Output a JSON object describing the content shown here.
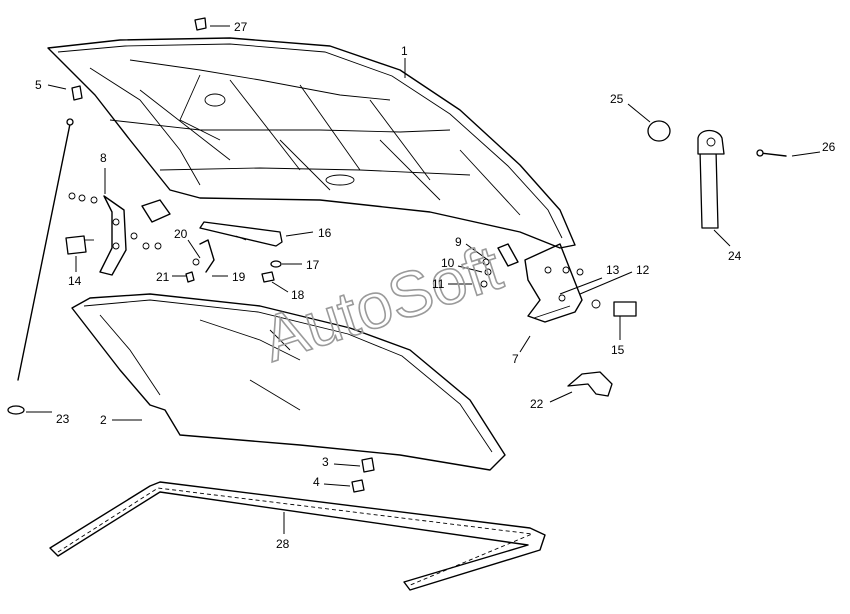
{
  "watermark": "AutoSoft",
  "callouts": {
    "c1": "1",
    "c2": "2",
    "c3": "3",
    "c4": "4",
    "c5": "5",
    "c7": "7",
    "c8": "8",
    "c9": "9",
    "c10": "10",
    "c11": "11",
    "c12": "12",
    "c13": "13",
    "c14": "14",
    "c15": "15",
    "c16": "16",
    "c17": "17",
    "c18": "18",
    "c19": "19",
    "c20": "20",
    "c21": "21",
    "c22": "22",
    "c23": "23",
    "c24": "24",
    "c25": "25",
    "c26": "26",
    "c27": "27",
    "c28": "28"
  }
}
